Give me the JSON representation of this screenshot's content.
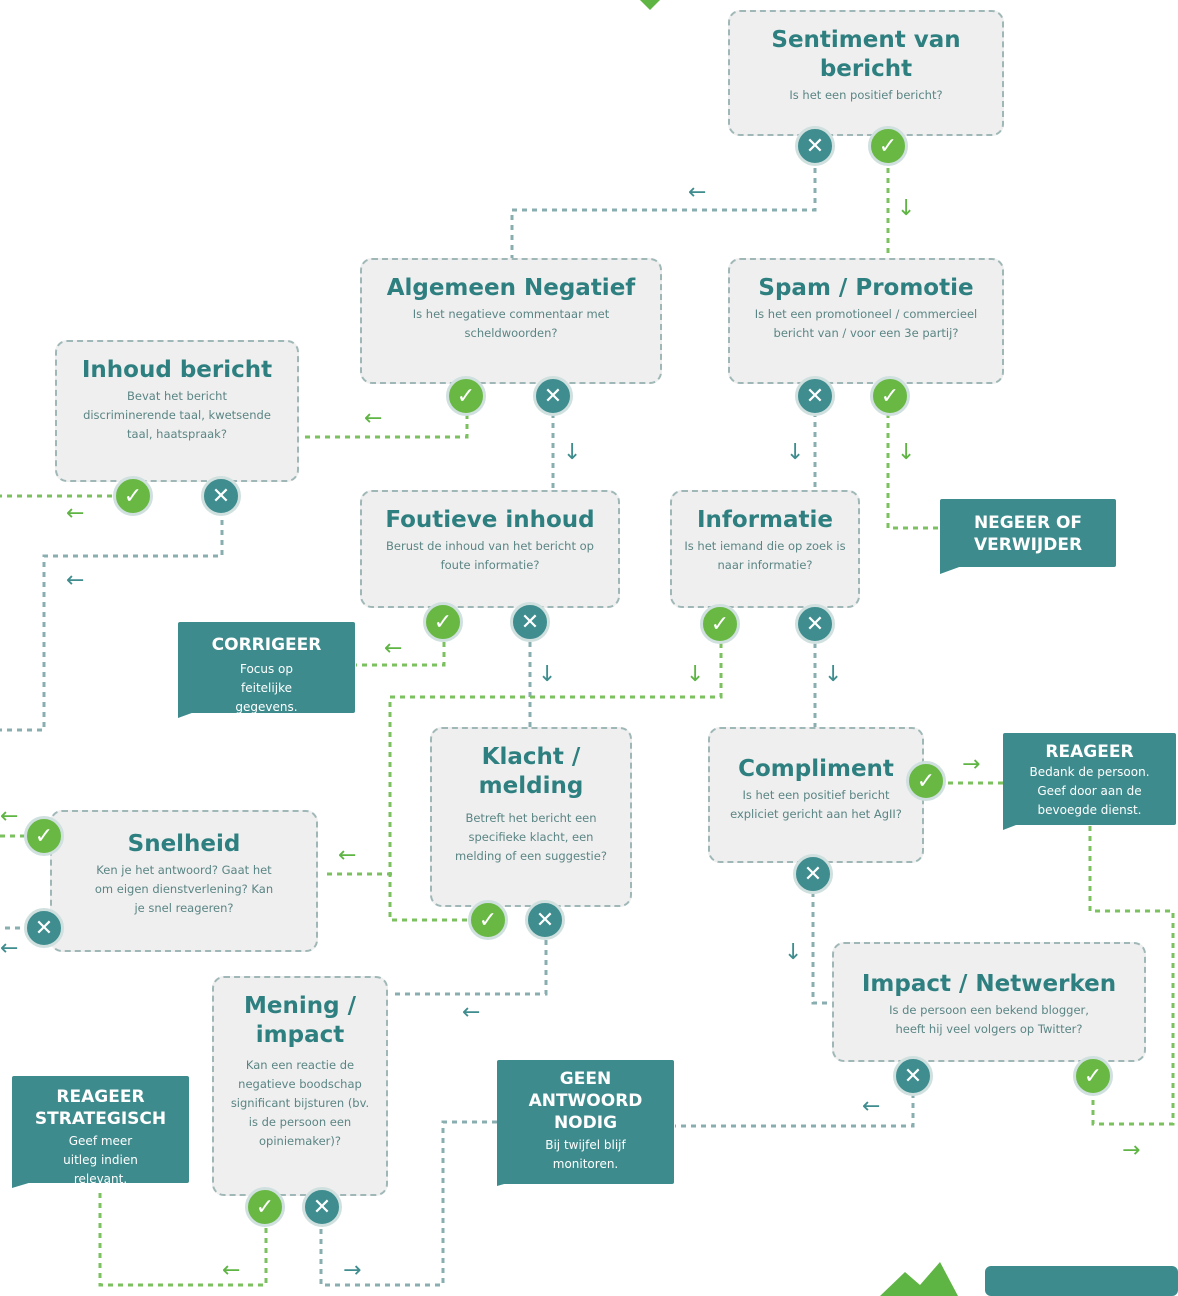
{
  "questions": {
    "sentiment": {
      "title": "Sentiment van bericht",
      "desc": "Is het een positief bericht?"
    },
    "algemeen": {
      "title": "Algemeen Negatief",
      "desc": "Is het negatieve commentaar met scheldwoorden?"
    },
    "spam": {
      "title": "Spam / Promotie",
      "desc": "Is het een promotioneel / commercieel bericht van / voor een 3e partij?"
    },
    "inhoud": {
      "title": "Inhoud bericht",
      "desc": "Bevat het bericht discriminerende taal, kwetsende taal, haatspraak?"
    },
    "foutieve": {
      "title": "Foutieve inhoud",
      "desc": "Berust de inhoud van het bericht op foute informatie?"
    },
    "informatie": {
      "title": "Informatie",
      "desc": "Is het iemand die op zoek is naar informatie?"
    },
    "klacht": {
      "title": "Klacht / melding",
      "desc": "Betreft het bericht een specifieke klacht, een melding of een suggestie?"
    },
    "compliment": {
      "title": "Compliment",
      "desc": "Is het een positief bericht expliciet gericht aan het AgII?"
    },
    "snelheid": {
      "title": "Snelheid",
      "desc": "Ken je het antwoord? Gaat het om eigen dienstverlening? Kan je snel reageren?"
    },
    "impact": {
      "title": "Impact / Netwerken",
      "desc": "Is de persoon een bekend blogger, heeft hij veel volgers op Twitter?"
    },
    "mening": {
      "title": "Mening / impact",
      "desc": "Kan een reactie de negatieve boodschap significant bijsturen (bv. is de persoon een opiniemaker)?"
    }
  },
  "actions": {
    "negeer": {
      "title": "NEGEER OF VERWIJDER",
      "desc": ""
    },
    "corrigeer": {
      "title": "CORRIGEER",
      "desc": "Focus op feitelijke gegevens."
    },
    "reageer": {
      "title": "REAGEER",
      "desc": "Bedank de persoon. Geef door aan de bevoegde dienst."
    },
    "geen": {
      "title": "GEEN ANTWOORD NODIG",
      "desc": "Bij twijfel blijf monitoren."
    },
    "strategisch": {
      "title": "REAGEER STRATEGISCH",
      "desc": "Geef meer uitleg indien relevant."
    }
  },
  "glyphs": {
    "yes": "✓",
    "no": "✕",
    "left": "←",
    "right": "→",
    "down": "↓"
  },
  "colors": {
    "teal": "#3d8b8d",
    "green": "#69b844",
    "box": "#efefef",
    "connector_teal": "#88aeb0",
    "connector_green": "#7cc15f"
  }
}
